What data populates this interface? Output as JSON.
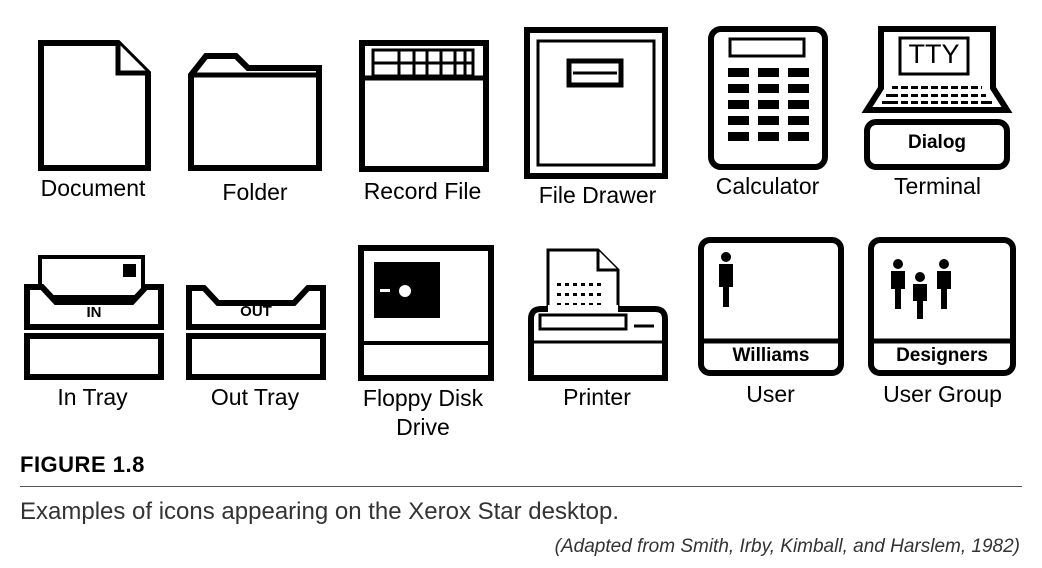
{
  "figure": {
    "label": "FIGURE 1.8",
    "caption": "Examples of icons appearing on the Xerox Star desktop.",
    "credit": "(Adapted from Smith, Irby, Kimball, and Harslem, 1982)"
  },
  "icons": {
    "document": {
      "label": "Document",
      "icon": "document-icon"
    },
    "folder": {
      "label": "Folder",
      "icon": "folder-icon"
    },
    "record_file": {
      "label": "Record File",
      "icon": "record-file-icon"
    },
    "file_drawer": {
      "label": "File Drawer",
      "icon": "file-drawer-icon"
    },
    "calculator": {
      "label": "Calculator",
      "icon": "calculator-icon"
    },
    "terminal": {
      "label": "Terminal",
      "icon": "terminal-icon",
      "screen_text": "TTY",
      "button_text": "Dialog"
    },
    "in_tray": {
      "label": "In Tray",
      "icon": "in-tray-icon",
      "tray_text": "IN"
    },
    "out_tray": {
      "label": "Out Tray",
      "icon": "out-tray-icon",
      "tray_text": "OUT"
    },
    "floppy": {
      "label_line1": "Floppy Disk",
      "label_line2": "Drive",
      "icon": "floppy-disk-drive-icon"
    },
    "printer": {
      "label": "Printer",
      "icon": "printer-icon"
    },
    "user": {
      "label": "User",
      "icon": "user-icon",
      "name": "Williams"
    },
    "user_group": {
      "label": "User Group",
      "icon": "user-group-icon",
      "name": "Designers"
    }
  }
}
